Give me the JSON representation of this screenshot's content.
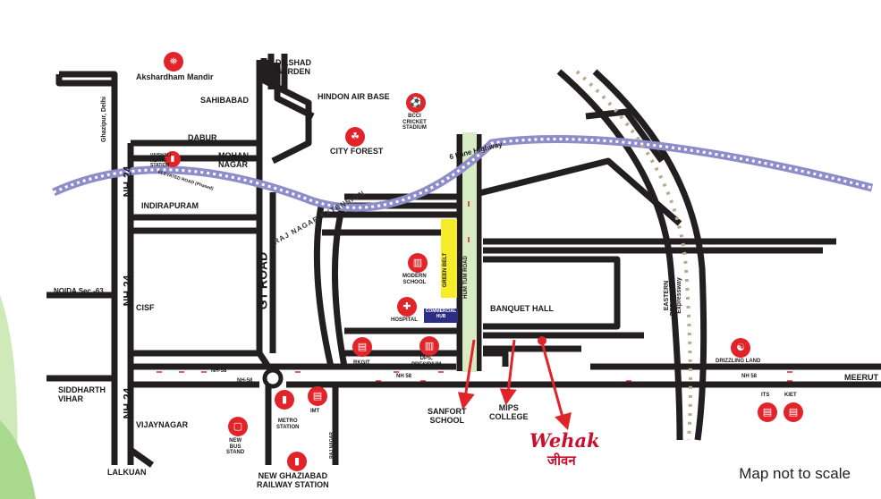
{
  "places": {
    "akshardham": "Akshardham Mandir",
    "dilshad": "DILSHAD\nGARDEN",
    "sahibabad": "SAHIBABAD",
    "hindon": "HINDON AIR BASE",
    "bcci": "BCCI\nCRICKET\nSTADIUM",
    "dabur": "DABUR",
    "vaishali": "VAISHALI\nMETRO\nSTATION",
    "mohan_nagar": "MOHAN\nNAGAR",
    "city_forest": "CITY FOREST",
    "indirapuram": "INDIRAPURAM",
    "noida": "NOIDA Sec.-63",
    "cisf": "CISF",
    "modern_school": "MODERN\nSCHOOL",
    "hospital": "HOSPITAL",
    "commercial_hub": "COMMERCIAL\nHUB",
    "banquet_hall": "BANQUET HALL",
    "rkgit": "RKGIT",
    "dps": "DPS,\nPRESIDIUM",
    "drizzling_land": "DRIZZLING LAND",
    "its": "ITS",
    "kiet": "KIET",
    "siddharth": "SIDDHARTH\nVIHAR",
    "vijaynagar": "VIJAYNAGAR",
    "metro_station": "METRO\nSTATION",
    "imt": "IMT",
    "new_bus_stand": "NEW\nBUS\nSTAND",
    "sanfort": "SANFORT\nSCHOOL",
    "mips": "MIPS\nCOLLEGE",
    "lalkuan": "LALKUAN",
    "railway": "NEW GHAZIABAD\nRAILWAY STATION",
    "meerut": "MEERUT"
  },
  "roads": {
    "highway6": "6 Lane Highway",
    "elevated": "ELEVATED ROAD (Phased)",
    "raj_nagar_ext": "RAJ NAGAR EXTENSION",
    "gt_road": "GT ROAD",
    "nh24_a": "NH-24",
    "nh24_b": "NH-24",
    "nh24_c": "NH-24",
    "ghazipur": "Ghazipur, Delhi",
    "nh58_a": "NH-58",
    "nh58_b": "NH-58",
    "nh58_c": "NH 58",
    "nh58_d": "NH 58",
    "green_belt": "GREEN BELT",
    "hum_tum": "HUM TUM ROAD",
    "eastern": "EASTERN\nPERIPHERAL\nExpressway",
    "raj_nagar": "RAJ NAGAR"
  },
  "brand": {
    "line1": "Wehak",
    "line2": "जीवन"
  },
  "note": "Map not to scale",
  "colors": {
    "road": "#231f20",
    "highway": "#8e8cc9",
    "marker": "#e0242a",
    "green_belt": "#d7ecc4",
    "yellow_strip": "#f7ec2a",
    "badge": "#2b2e83",
    "corner_green": "#bfe2a6"
  },
  "icons": [
    "temple-icon",
    "cricket-icon",
    "metro-icon",
    "forest-icon",
    "school-icon",
    "hospital-icon",
    "bus-icon",
    "train-icon",
    "college-icon",
    "waterpark-icon",
    "location-pin-icon"
  ]
}
